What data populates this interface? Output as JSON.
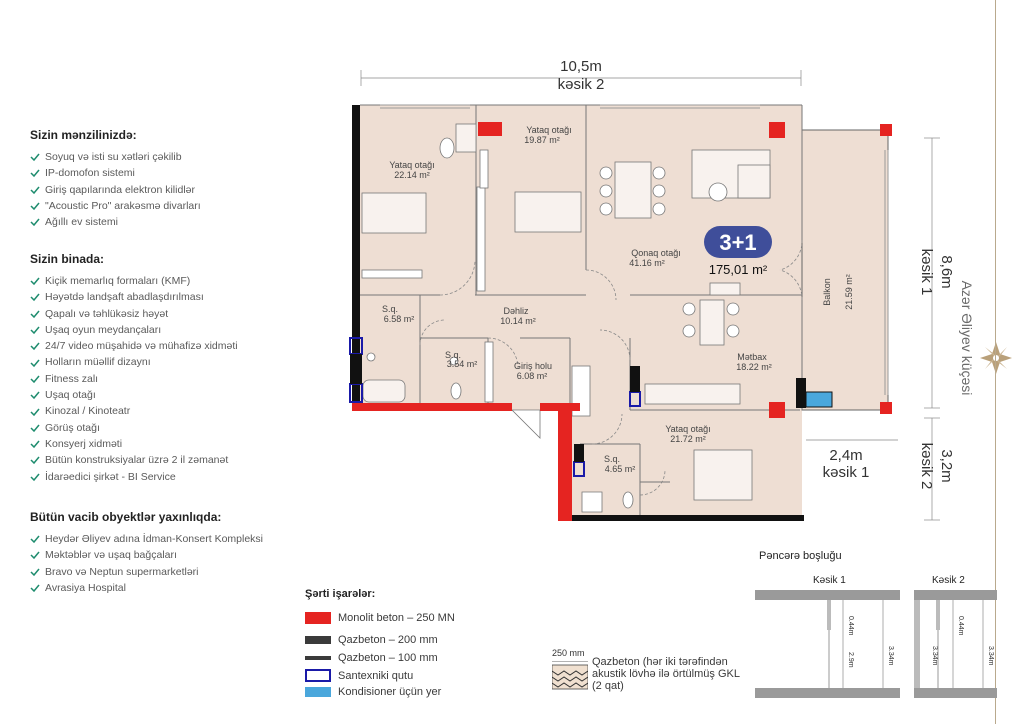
{
  "apartment": {
    "features_title": "Sizin mənzilinizdə:",
    "features": [
      "Soyuq və isti su xətləri çəkilib",
      "IP-domofon sistemi",
      "Giriş qapılarında elektron kilidlər",
      "\"Acoustic Pro\" arakəsmə divarları",
      "Ağıllı ev sistemi"
    ],
    "building_title": "Sizin binada:",
    "building": [
      "Kiçik memarlıq formaları (KMF)",
      "Həyətdə landşaft abadlaşdırılması",
      "Qapalı və təhlükəsiz həyət",
      "Uşaq oyun meydançaları",
      "24/7 video müşahidə və mühafizə xidməti",
      "Holların müəllif dizaynı",
      "Fitness zalı",
      "Uşaq otağı",
      "Kinozal / Kinoteatr",
      "Görüş otağı",
      "Konsyerj xidməti",
      "Bütün konstruksiyalar üzrə 2 il zəmanət",
      "İdarəedici şirkət - BI Service"
    ],
    "nearby_title": "Bütün vacib obyektlər yaxınlıqda:",
    "nearby": [
      "Heydər Əliyev adına İdman-Konsert Kompleksi",
      "Məktəblər və uşaq bağçaları",
      "Bravo və Neptun supermarketləri",
      "Avrasiya Hospital"
    ]
  },
  "plan": {
    "badge": "3+1",
    "area": "175,01 m²",
    "dim_top_value": "10,5m",
    "dim_top_label": "kəsik 2",
    "dim_right_value": "8,6m",
    "dim_right_label": "kəsik 1",
    "dim_right2_value": "3,2m",
    "dim_right2_label": "kəsik 2",
    "dim_bottom_value": "2,4m",
    "dim_bottom_label": "kəsik 1",
    "street": "Azər Əliyev küçəsi",
    "rooms": [
      {
        "name": "Yataq otağı",
        "area": "22.14 m²"
      },
      {
        "name": "Yataq otağı",
        "area": "19.87 m²"
      },
      {
        "name": "Qonaq otağı",
        "area": "41.16 m²"
      },
      {
        "name": "Balkon",
        "area": "21.59 m²"
      },
      {
        "name": "S.q.",
        "area": "6.58 m²"
      },
      {
        "name": "Dəhliz",
        "area": "10.14 m²"
      },
      {
        "name": "S.q.",
        "area": "3.54 m²"
      },
      {
        "name": "Giriş holu",
        "area": "6.08 m²"
      },
      {
        "name": "Mətbax",
        "area": "18.22 m²"
      },
      {
        "name": "Yataq otağı",
        "area": "21.72 m²"
      },
      {
        "name": "S.q.",
        "area": "4.65 m²"
      }
    ]
  },
  "legend": {
    "title": "Şərti işarələr:",
    "items": [
      {
        "label": "Monolit beton – 250 MN",
        "color": "#e52421"
      },
      {
        "label": "Qazbeton – 200 mm",
        "color": "#3a3a3a"
      },
      {
        "label": "Qazbeton – 100 mm",
        "color": "#3a3a3a"
      },
      {
        "label": "Santexniki qutu",
        "color": "#1a1aa8"
      },
      {
        "label": "Kondisioner üçün yer",
        "color": "#4aa7dc"
      }
    ],
    "qazbeton_mm": "250 mm",
    "qazbeton_note": "Qazbeton (hər iki tərəfindən akustik lövhə ilə örtülmüş GKL (2 qat)"
  },
  "window": {
    "title": "Pəncərə boşluğu",
    "section1": "Kəsik 1",
    "section2": "Kəsik 2",
    "s1_top": "0.44m",
    "s1_mid": "2.9m",
    "s1_right": "3.34m",
    "s2_top": "0.44m",
    "s2_left": "3.34m",
    "s2_right": "3.34m"
  },
  "colors": {
    "floor": "#eeded3",
    "monolit": "#e52421",
    "wall": "#111111",
    "accent_check": "#1e8c6e",
    "badge": "#3f4e9a"
  }
}
